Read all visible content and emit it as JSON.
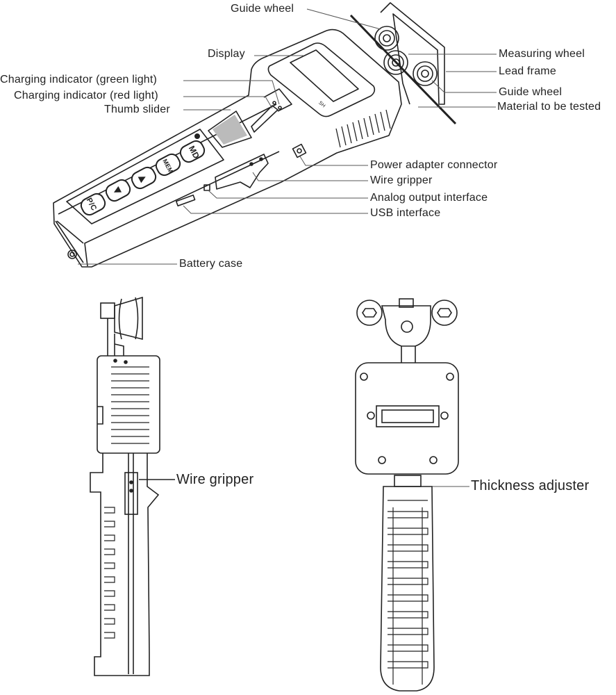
{
  "top_view": {
    "labels": {
      "guide_wheel_top": "Guide  wheel",
      "display": "Display",
      "charging_green": "Charging indicator (green light)",
      "charging_red": "Charging indicator (red light)",
      "thumb_slider": "Thumb slider",
      "measuring_wheel": "Measuring wheel",
      "lead_frame": "Lead frame",
      "guide_wheel_bottom": "Guide wheel",
      "material": "Material to be tested",
      "power_adapter": "Power adapter connector",
      "wire_gripper": "Wire gripper",
      "analog_output": "Analog output interface",
      "usb": "USB interface",
      "battery_case": "Battery case"
    },
    "buttons": [
      "P/C",
      "◀",
      "▶",
      "MEM",
      "MD"
    ],
    "display_mark": "SH"
  },
  "side_view": {
    "label": "Wire gripper"
  },
  "back_view": {
    "label": "Thickness adjuster"
  },
  "colors": {
    "line": "#222222",
    "leader": "#555555"
  }
}
